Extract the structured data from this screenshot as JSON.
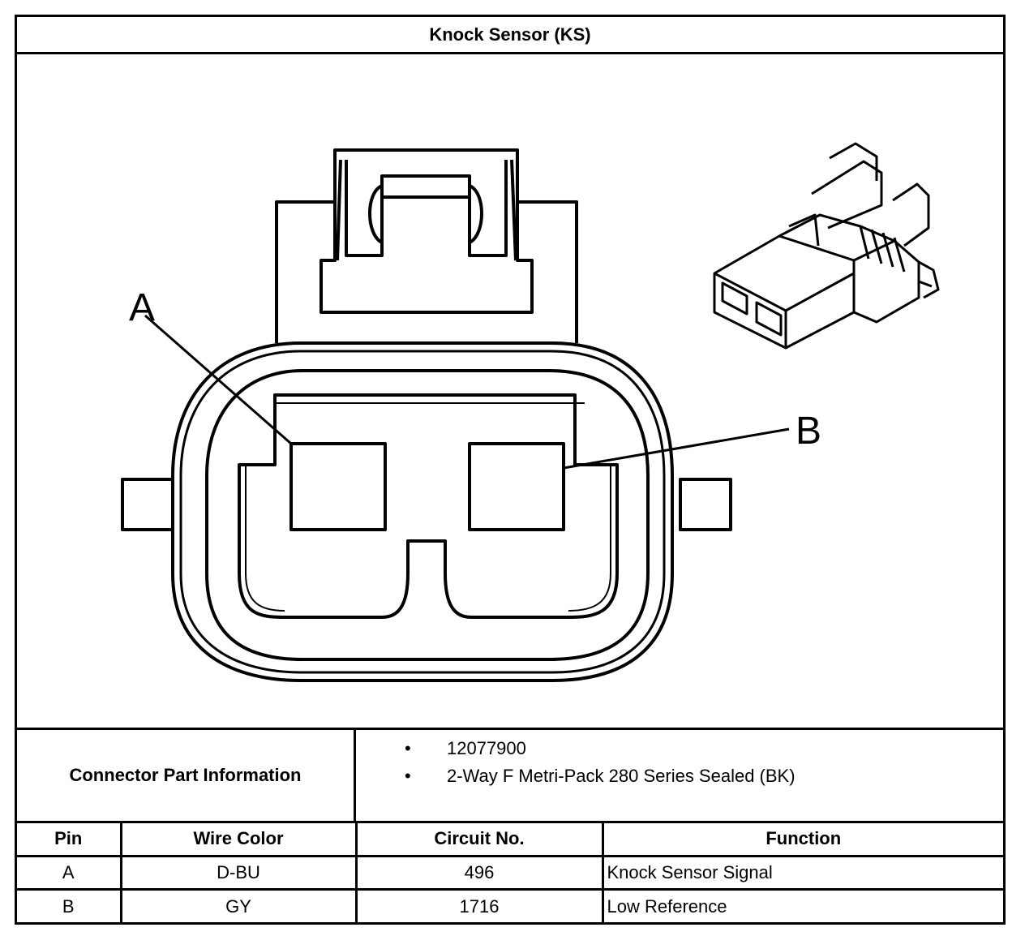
{
  "title": "Knock Sensor (KS)",
  "diagram": {
    "pin_labels": [
      "A",
      "B"
    ],
    "icons": [
      "connector-face-icon",
      "connector-3d-icon"
    ]
  },
  "connector_info": {
    "label": "Connector Part Information",
    "items": [
      "12077900",
      "2-Way F Metri-Pack 280 Series Sealed (BK)"
    ]
  },
  "pin_table": {
    "headers": [
      "Pin",
      "Wire Color",
      "Circuit No.",
      "Function"
    ],
    "rows": [
      {
        "pin": "A",
        "wire_color": "D-BU",
        "circuit": "496",
        "function": "Knock Sensor Signal"
      },
      {
        "pin": "B",
        "wire_color": "GY",
        "circuit": "1716",
        "function": "Low Reference"
      }
    ]
  }
}
